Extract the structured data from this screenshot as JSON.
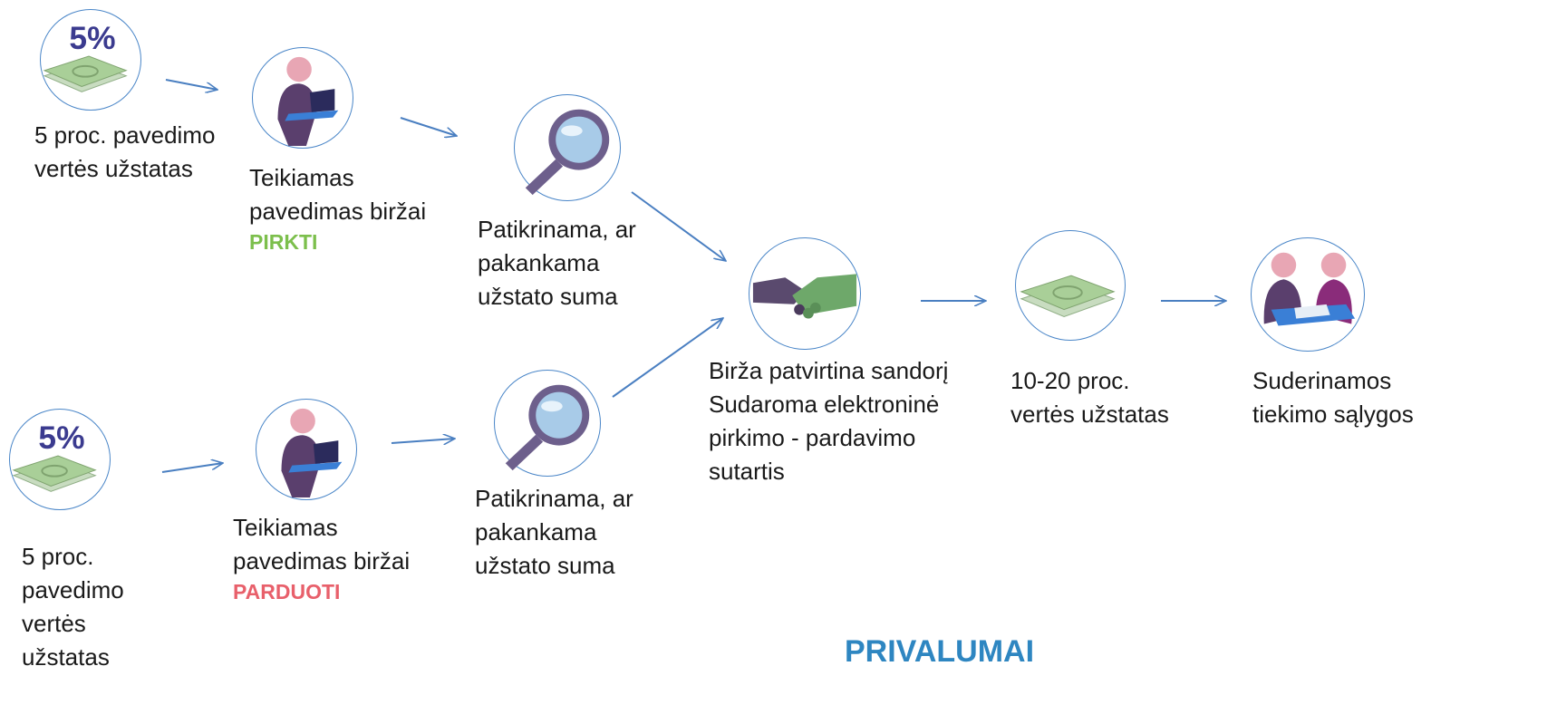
{
  "colors": {
    "arrow": "#4a7fc1",
    "buy": "#7cbf4c",
    "sell": "#e8606b",
    "title": "#2e86c1",
    "circle": "#4a86c8"
  },
  "nodes": {
    "deposit_top": {
      "badge": "5%",
      "icon": "money-icon",
      "label": "5 proc. pavedimo\nvertės užstatas"
    },
    "order_buy": {
      "icon": "trader-icon",
      "label": "Teikiamas\npavedimas biržai",
      "action": "PIRKTI"
    },
    "check_top": {
      "icon": "magnifier-icon",
      "label": "Patikrinama, ar\npakankama\nužstato suma"
    },
    "deposit_bottom": {
      "badge": "5%",
      "icon": "money-icon",
      "label": "5 proc.\npavedimo\nvertės\nužstatas"
    },
    "order_sell": {
      "icon": "trader-icon",
      "label": "Teikiamas\npavedimas biržai",
      "action": "PARDUOTI"
    },
    "check_bottom": {
      "icon": "magnifier-icon",
      "label": "Patikrinama, ar\npakankama\nužstato suma"
    },
    "contract": {
      "icon": "handshake-icon",
      "label": "Birža patvirtina sandorį\nSudaroma elektroninė\npirkimo - pardavimo\nsutartis"
    },
    "deposit_final": {
      "icon": "money-icon",
      "label": "10-20 proc.\nvertės užstatas"
    },
    "terms": {
      "icon": "meeting-icon",
      "label": "Suderinamos\ntiekimo sąlygos"
    }
  },
  "footer_title": "PRIVALUMAI"
}
